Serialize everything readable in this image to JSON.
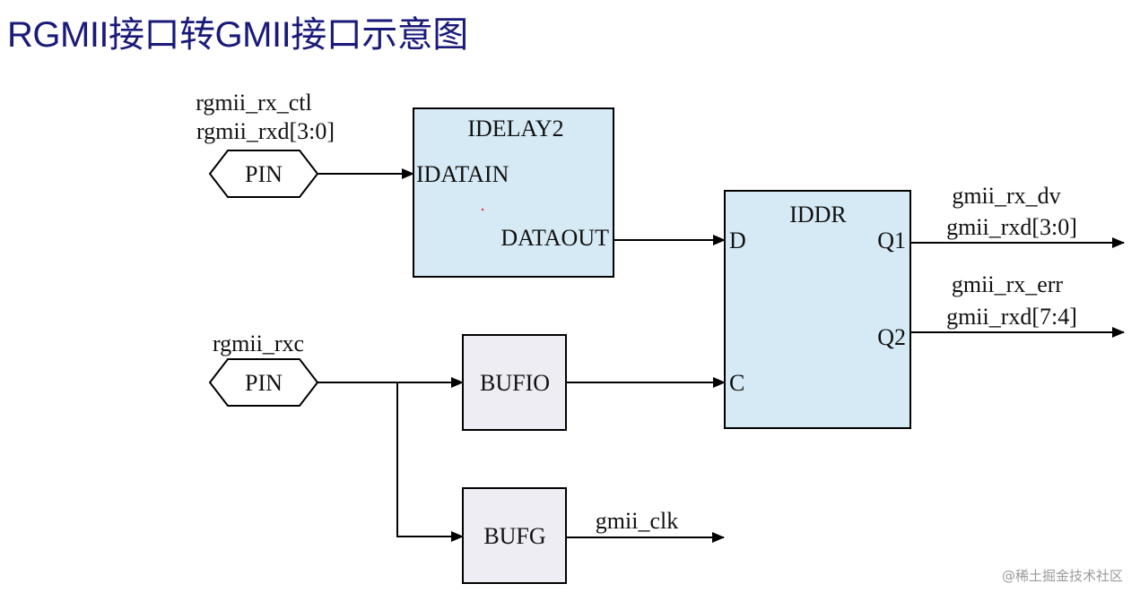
{
  "title": "RGMII接口转GMII接口示意图",
  "colors": {
    "title": "#1a1a7a",
    "primitive_fill": "#d6eaf5",
    "buffer_fill": "#efedf4",
    "stroke": "#000000"
  },
  "inputs": {
    "data_pin": {
      "label": "PIN",
      "signal_1": "rgmii_rx_ctl",
      "signal_2": "rgmii_rxd[3:0]"
    },
    "clock_pin": {
      "label": "PIN",
      "signal": "rgmii_rxc"
    }
  },
  "blocks": {
    "idelay": {
      "name": "IDELAY2",
      "port_in": "IDATAIN",
      "port_out": "DATAOUT"
    },
    "iddr": {
      "name": "IDDR",
      "port_d": "D",
      "port_c": "C",
      "port_q1": "Q1",
      "port_q2": "Q2"
    },
    "bufio": {
      "name": "BUFIO"
    },
    "bufg": {
      "name": "BUFG"
    }
  },
  "outputs": {
    "q1_signal_1": "gmii_rx_dv",
    "q1_signal_2": "gmii_rxd[3:0]",
    "q2_signal_1": "gmii_rx_err",
    "q2_signal_2": "gmii_rxd[7:4]",
    "clk_signal": "gmii_clk"
  },
  "watermark": "@稀土掘金技术社区"
}
